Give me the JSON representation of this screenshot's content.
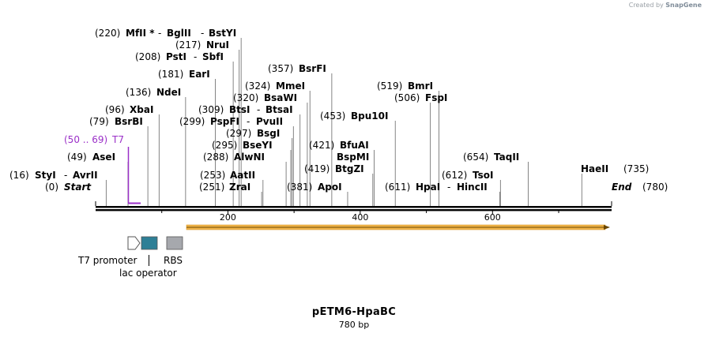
{
  "credit": {
    "prefix": "Created by",
    "brand": "SnapGene"
  },
  "plasmid": {
    "name": "pETM6-HpaBC",
    "length_label": "780 bp",
    "length": 780
  },
  "ends": {
    "start": "Start",
    "start_pos": "(0)",
    "end": "End",
    "end_pos": "(780)"
  },
  "ruler": {
    "ticks": [
      "200",
      "400",
      "600"
    ]
  },
  "sites": [
    {
      "pos": "(16)",
      "names": [
        "StyI",
        "AvrII"
      ],
      "bp": 16
    },
    {
      "pos": "(49)",
      "names": [
        "AseI"
      ],
      "bp": 49
    },
    {
      "pos": "(79)",
      "names": [
        "BsrBI"
      ],
      "bp": 79
    },
    {
      "pos": "(96)",
      "names": [
        "XbaI"
      ],
      "bp": 96
    },
    {
      "pos": "(136)",
      "names": [
        "NdeI"
      ],
      "bp": 136
    },
    {
      "pos": "(181)",
      "names": [
        "EarI"
      ],
      "bp": 181
    },
    {
      "pos": "(208)",
      "names": [
        "PstI",
        "SbfI"
      ],
      "bp": 208
    },
    {
      "pos": "(217)",
      "names": [
        "NruI"
      ],
      "bp": 217
    },
    {
      "pos": "(220)",
      "names": [
        "MfII *",
        "BglII",
        "BstYI"
      ],
      "bp": 220
    },
    {
      "pos": "(251)",
      "names": [
        "ZraI"
      ],
      "bp": 251
    },
    {
      "pos": "(253)",
      "names": [
        "AatII"
      ],
      "bp": 253
    },
    {
      "pos": "(288)",
      "names": [
        "AlwNI"
      ],
      "bp": 288
    },
    {
      "pos": "(295)",
      "names": [
        "BseYI"
      ],
      "bp": 295
    },
    {
      "pos": "(297)",
      "names": [
        "BsgI"
      ],
      "bp": 297
    },
    {
      "pos": "(299)",
      "names": [
        "PspFI",
        "PvuII"
      ],
      "bp": 299
    },
    {
      "pos": "(309)",
      "names": [
        "BtsI",
        "BtsaI"
      ],
      "bp": 309
    },
    {
      "pos": "(320)",
      "names": [
        "BsaWI"
      ],
      "bp": 320
    },
    {
      "pos": "(324)",
      "names": [
        "MmeI"
      ],
      "bp": 324
    },
    {
      "pos": "(357)",
      "names": [
        "BsrFI"
      ],
      "bp": 357
    },
    {
      "pos": "(381)",
      "names": [
        "ApoI"
      ],
      "bp": 381
    },
    {
      "pos": "(419)",
      "names": [
        "BtgZI"
      ],
      "bp": 419
    },
    {
      "pos": "(421)",
      "names": [
        "BfuAI",
        "BspMI"
      ],
      "bp": 421
    },
    {
      "pos": "(453)",
      "names": [
        "Bpu10I"
      ],
      "bp": 453
    },
    {
      "pos": "(506)",
      "names": [
        "FspI"
      ],
      "bp": 506
    },
    {
      "pos": "(519)",
      "names": [
        "BmrI"
      ],
      "bp": 519
    },
    {
      "pos": "(611)",
      "names": [
        "HpaI",
        "HincII"
      ],
      "bp": 611
    },
    {
      "pos": "(612)",
      "names": [
        "TsoI"
      ],
      "bp": 612
    },
    {
      "pos": "(654)",
      "names": [
        "TaqII"
      ],
      "bp": 654
    },
    {
      "pos": "(735)",
      "names": [
        "HaeII"
      ],
      "bp": 735
    }
  ],
  "primer": {
    "range": "(50 .. 69)",
    "name": "T7",
    "color": "#9b30c8"
  },
  "features": {
    "t7_promoter": "T7 promoter",
    "lac_operator": "lac operator",
    "rbs": "RBS",
    "lac_color": "#2e7f96",
    "rbs_color": "#a6a8ad",
    "orf_color": "#f1b44a"
  }
}
